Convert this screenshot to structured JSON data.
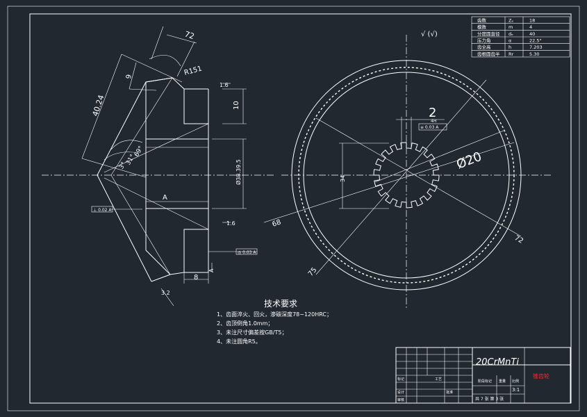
{
  "params": [
    {
      "name": "齿数",
      "sym": "Zₑ",
      "val": "18"
    },
    {
      "name": "模数",
      "sym": "m",
      "val": "4"
    },
    {
      "name": "分度圆直径",
      "sym": "dₑ",
      "val": "40"
    },
    {
      "name": "压力角",
      "sym": "α",
      "val": "22.5°"
    },
    {
      "name": "齿全高",
      "sym": "h",
      "val": "7.203"
    },
    {
      "name": "齿根圆齿半",
      "sym": "Rr",
      "val": "5.30"
    }
  ],
  "tech": {
    "title": "技术要求",
    "items": [
      "1、齿面淬火、回火，渗碳深度78−120HRC；",
      "2、齿顶倒角1.0mm；",
      "3、未注尺寸偏差按GB/T5；",
      "4、未注圆角R5。"
    ]
  },
  "title_block": {
    "material": "20CrMnTi",
    "part_name": "锥齿轮",
    "scale": "3:1",
    "labels": [
      "标记",
      "设计",
      "审核",
      "工艺",
      "批准",
      "阶段标记",
      "重量",
      "比例"
    ],
    "sheet": "共 7 张 第 3 张"
  },
  "dims": {
    "d72": "72",
    "d9": "9",
    "d4024": "40.24",
    "r151": "R151",
    "d10": "10",
    "d8": "8",
    "a69": "69°",
    "a31": "31°",
    "a3": "3°",
    "bore": "Ø38.39.5",
    "ra_top": "1.6",
    "ra_bot": "1.6",
    "ra_main": "3.2",
    "datum_a": "A",
    "tol1": "⊥ 0.02 A",
    "tol2": "◎ 0.03 A",
    "tol3": "≡ 0.03 A",
    "d2": "2",
    "d34": "34",
    "d20": "Ø20",
    "d68": "68",
    "d72b": "72",
    "d75": "75",
    "top_sym": "√ (√)",
    "w_label": "4H"
  }
}
